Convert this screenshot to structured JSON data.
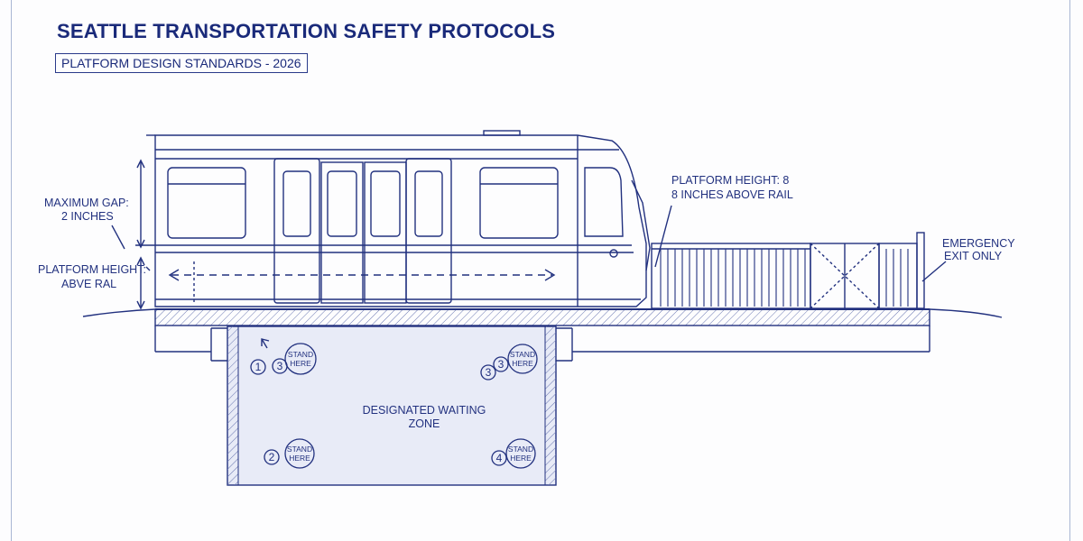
{
  "header": {
    "title": "SEATTLE TRANSPORTATION SAFETY PROTOCOLS",
    "subtitle": "PLATFORM DESIGN STANDARDS - 2026"
  },
  "callouts": {
    "max_gap": [
      "MAXIMUM GAP:",
      "2 INCHES"
    ],
    "platform_height_left": [
      "PLATFORM HEIGHT:",
      "ABVE RAL"
    ],
    "platform_height_right": [
      "PLATFORM HEIGHT: 8",
      "8 INCHES ABOVE RAIL"
    ],
    "emergency_exit": [
      "EMERGENCY",
      "EXIT ONLY"
    ]
  },
  "waiting_zone": {
    "label": [
      "DESIGNATED WAITING",
      "ZONE"
    ],
    "markers": [
      {
        "number": "1",
        "text": [
          "STAND",
          "HERE"
        ],
        "extra": "3"
      },
      {
        "number": "3",
        "text": [
          "STAND",
          "HERE"
        ]
      },
      {
        "number": "2",
        "text": [
          "STAND",
          "HERE"
        ]
      },
      {
        "number": "4",
        "text": [
          "STAND",
          "HERE"
        ]
      }
    ]
  },
  "colors": {
    "ink": "#22317f",
    "zone_fill": "#e8ebf7",
    "background": "#fdfdfe"
  }
}
